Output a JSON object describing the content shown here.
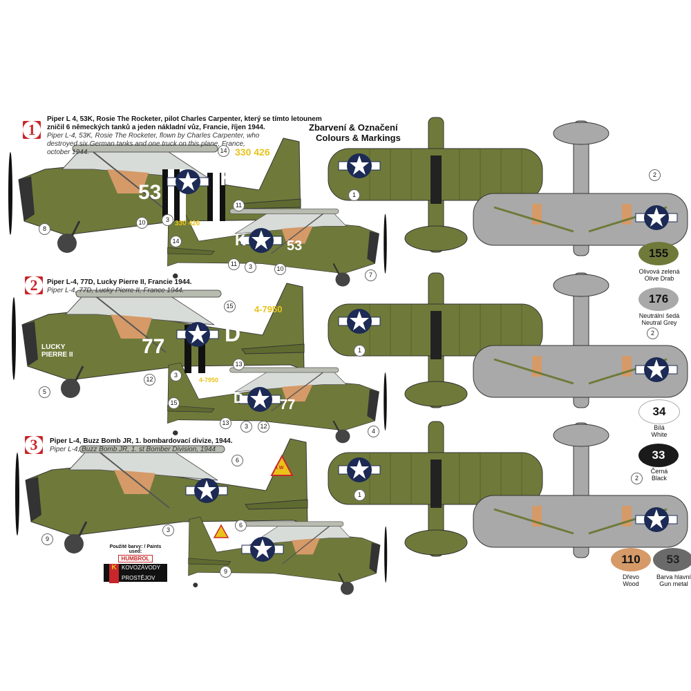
{
  "header": {
    "title_cz": "Zbarvení & Označení",
    "title_en": "Colours & Markings"
  },
  "schemes": [
    {
      "number": "1",
      "cz": "Piper L 4, 53K, Rosie The Rocketer, pilot Charles Carpenter, který se tímto letounem zničil 6 německých tanků a jeden nákladní vůz, Francie, říjen 1944.",
      "en": "Piper L-4, 53K, Rosie The Rocketer, flown by Charles Carpenter, who destroyed six German tanks and one truck on this plane, France, october 1944.",
      "codes": {
        "big": "53",
        "letter": "K",
        "serial": "330 426"
      },
      "callouts_large": [
        "14",
        "8",
        "10",
        "3",
        "11"
      ],
      "callouts_small": [
        "14",
        "11",
        "3",
        "10",
        "7"
      ]
    },
    {
      "number": "2",
      "cz": "Piper L-4, 77D, Lucky Pierre II, Francie 1944.",
      "en": "Piper L-4, 77D, Lucky Pierre II, France 1944.",
      "codes": {
        "big": "77",
        "letter": "D",
        "serial": "4-7950",
        "nose_art": "LUCKY PIERRE II"
      },
      "callouts_large": [
        "15",
        "5",
        "12",
        "3",
        "13"
      ],
      "callouts_small": [
        "15",
        "13",
        "3",
        "12",
        "4"
      ]
    },
    {
      "number": "3",
      "cz": "Piper L-4, Buzz Bomb JR, 1. bombardovací divize, 1944.",
      "en": "Piper L-4, Buzz Bomb JR, 1. st Bomber Division, 1944",
      "codes": {
        "tail_badge": "A W"
      },
      "callouts_large": [
        "6",
        "9",
        "3"
      ],
      "callouts_small": [
        "6",
        "9"
      ]
    }
  ],
  "top_callout": "1",
  "bottom_callout": "2",
  "paints": [
    {
      "code": "155",
      "cz": "Olivová zelená",
      "en": "Olive Drab",
      "color": "#6f7a3a"
    },
    {
      "code": "176",
      "cz": "Neutrální šedá",
      "en": "Neutral Grey",
      "color": "#a9a9a9"
    },
    {
      "code": "34",
      "cz": "Bílá",
      "en": "White",
      "color": "#ffffff"
    },
    {
      "code": "33",
      "cz": "Černá",
      "en": "Black",
      "color": "#1a1a1a"
    },
    {
      "code": "110",
      "cz": "Dřevo",
      "en": "Wood",
      "color": "#d59a68"
    },
    {
      "code": "53",
      "cz": "Barva hlavní",
      "en": "Gun metal",
      "color": "#6a6a6a"
    }
  ],
  "paints_used": {
    "label": "Použité barvy: / Paints used:",
    "brand": "HUMBROL",
    "company1": "KOVOZÁVODY",
    "company2": "PROSTĚJOV"
  }
}
